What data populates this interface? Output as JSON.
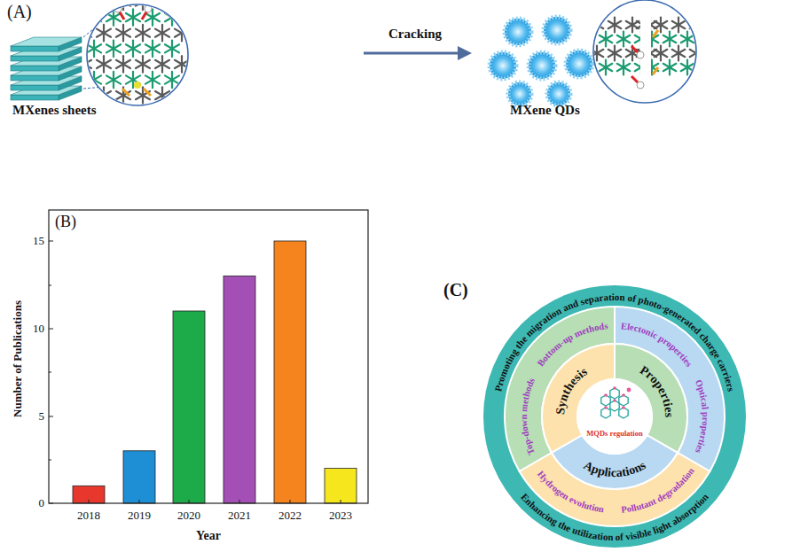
{
  "diagram": {
    "nodes": [
      {
        "text": [
          "Promoting the migration and separation of photo-generated charge carriers",
          "Enhancing the utilization of visible light absorption"
        ]
      },
      {
        "text": [
          "Top-down methods",
          "Bottom-up methods"
        ],
        "in": 0
      },
      {
        "text": [
          "Electonic properties",
          "Optical properties"
        ],
        "in": 0
      },
      {
        "text": [
          "Hydrogen evolution",
          "Pollutant degradation"
        ],
        "in": 0
      },
      {
        "text": [
          "Synthesis"
        ],
        "in": 0
      },
      {
        "text": [
          "Properties"
        ],
        "in": 0
      },
      {
        "text": [
          "Applications"
        ],
        "in": 0
      },
      {
        "text": [
          "MQDs regulation"
        ],
        "in": 0
      }
    ],
    "labels": [
      "(A)",
      "MXenes sheets",
      "Cracking",
      "MXene QDs",
      "(B)",
      "0",
      "5",
      "10",
      "15",
      "2018",
      "2019",
      "2020",
      "2021",
      "2022",
      "2023",
      "Number of Publications",
      "Year",
      "(C)"
    ]
  }
}
